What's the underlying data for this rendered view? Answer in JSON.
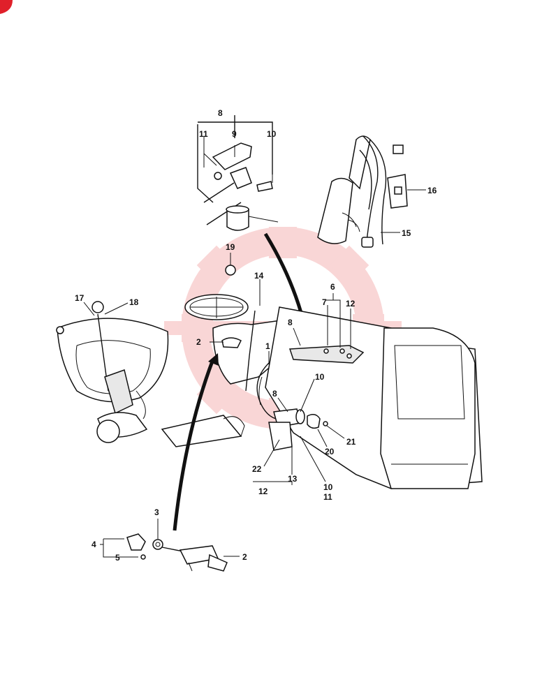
{
  "diagram": {
    "callouts": {
      "c1": "1",
      "c2a": "2",
      "c2b": "2",
      "c3": "3",
      "c4": "4",
      "c5": "5",
      "c6": "6",
      "c7": "7",
      "c8a": "8",
      "c8b": "8",
      "c8c": "8",
      "c9": "9",
      "c10a": "10",
      "c10b": "10",
      "c10c": "10",
      "c11a": "11",
      "c11b": "11",
      "c12a": "12",
      "c12b": "12",
      "c13": "13",
      "c14": "14",
      "c15": "15",
      "c16": "16",
      "c17": "17",
      "c18": "18",
      "c19": "19",
      "c20": "20",
      "c21": "21",
      "c22": "22"
    },
    "colors": {
      "ink": "#111111",
      "watermark": "#f5b5b5",
      "corner_badge": "#e0202a"
    }
  }
}
